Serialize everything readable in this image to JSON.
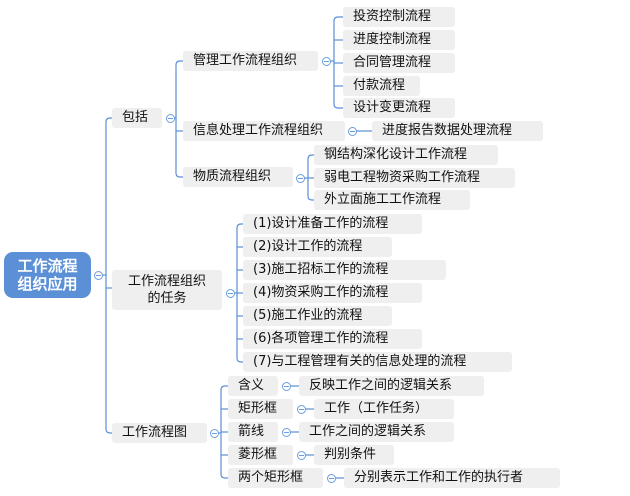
{
  "root": {
    "line1": "工作流程",
    "line2": "组织应用"
  },
  "include": {
    "label": "包括",
    "management": {
      "label": "管理工作流程组织",
      "children": [
        "投资控制流程",
        "进度控制流程",
        "合同管理流程",
        "付款流程",
        "设计变更流程"
      ]
    },
    "info": {
      "label": "信息处理工作流程组织",
      "children": [
        "进度报告数据处理流程"
      ]
    },
    "material": {
      "label": "物质流程组织",
      "children": [
        "钢结构深化设计工作流程",
        "弱电工程物资采购工作流程",
        "外立面施工工作流程"
      ]
    }
  },
  "tasks": {
    "line1": "工作流程组织",
    "line2": "的任务",
    "children": [
      "(1)设计准备工作的流程",
      "(2)设计工作的流程",
      "(3)施工招标工作的流程",
      "(4)物资采购工作的流程",
      "(5)施工作业的流程",
      "(6)各项管理工作的流程",
      "(7)与工程管理有关的信息处理的流程"
    ]
  },
  "chart": {
    "label": "工作流程图",
    "items": [
      {
        "label": "含义",
        "value": "反映工作之间的逻辑关系"
      },
      {
        "label": "矩形框",
        "value": "工作（工作任务）"
      },
      {
        "label": "箭线",
        "value": "工作之间的逻辑关系"
      },
      {
        "label": "菱形框",
        "value": "判别条件"
      },
      {
        "label": "两个矩形框",
        "value": "分别表示工作和工作的执行者"
      }
    ]
  },
  "colors": {
    "line": "#5b8fd6",
    "root": "#5b8fd6",
    "node": "#efefef"
  }
}
